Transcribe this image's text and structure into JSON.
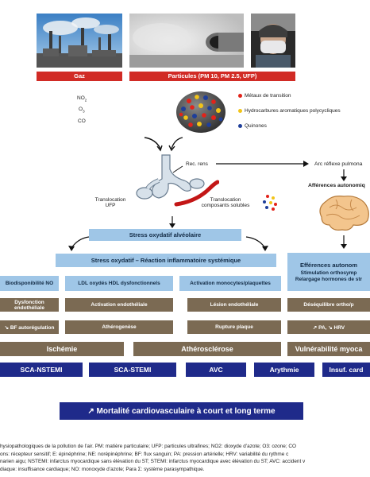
{
  "sources": {
    "gas_label": "Gaz",
    "particles_label": "Particules (PM 10, PM 2.5, UFP)",
    "gases": [
      "NO2",
      "O3",
      "CO"
    ],
    "particle_components": [
      {
        "label": "Métaux de transition",
        "color": "#e2231a"
      },
      {
        "label": "Hydrocarbures aromatiques polycycliques",
        "color": "#f2c418"
      },
      {
        "label": "Quinones",
        "color": "#1f3f9a"
      }
    ]
  },
  "lung": {
    "rec_label": "Rec. rens",
    "translocation_ufp": "Translocation UFP",
    "translocation_soluble": "Translocation composants solubles"
  },
  "reflex": {
    "arc_label": "Arc réflexe pulmona",
    "afferences_label": "Afférences autonomiq",
    "efferences_title": "Efférences autonom",
    "efferences_line1": "Stimulation orthosymp",
    "efferences_line2": "Relargage hormones de str"
  },
  "cascade": {
    "stress_alveolaire": "Stress oxydatif alvéolaire",
    "stress_systemique": "Stress oxydatif – Réaction inflammatoire systémique"
  },
  "row1": [
    "Biodisponibilité NO",
    "LDL oxydés HDL dysfonctionnels",
    "Activation monocytes/plaquettes"
  ],
  "row2": [
    "Dysfonction endothéliale",
    "Activation endothéliale",
    "Lésion endothéliale",
    "Déséquilibre ortho/p"
  ],
  "row3": [
    "↘ BF autorégulation",
    "Athérogenèse",
    "Rupture plaque",
    "↗ PA, ↘ HRV"
  ],
  "row4": [
    "Ischémie",
    "Athérosclérose",
    "Vulnérabilité myoca"
  ],
  "outcomes": [
    "SCA-NSTEMI",
    "SCA-STEMI",
    "AVC",
    "Arythmie",
    "Insuf. card"
  ],
  "final": "↗ Mortalité cardiovasculaire à court et long terme",
  "caption": {
    "line1": "hysiopathologiques de la pollution de l’air. PM: matière particulaire; UFP: particules ultrafines; NO2: dioxyde d’azote; O3: ozone; CO",
    "line2": "ons: récepteur sensitif; E: épinéphrine; NE: norépinéphrine; BF: flux sanguin; PA: pression artérielle; HRV: variabilité du rythme c",
    "line3": "narien aigu; NSTEMI: infarctus myocardique sans élévation du ST; STEMI: infarctus myocardique avec élévation du ST; AVC: accident v",
    "line4": "diaque: insuffisance cardiaque; NO: monoxyde d’azote; Para Σ: système parasympathique."
  },
  "colors": {
    "red": "#d12b25",
    "light_blue": "#9fc6e7",
    "brown": "#7b6a53",
    "navy": "#1f2a8a"
  }
}
